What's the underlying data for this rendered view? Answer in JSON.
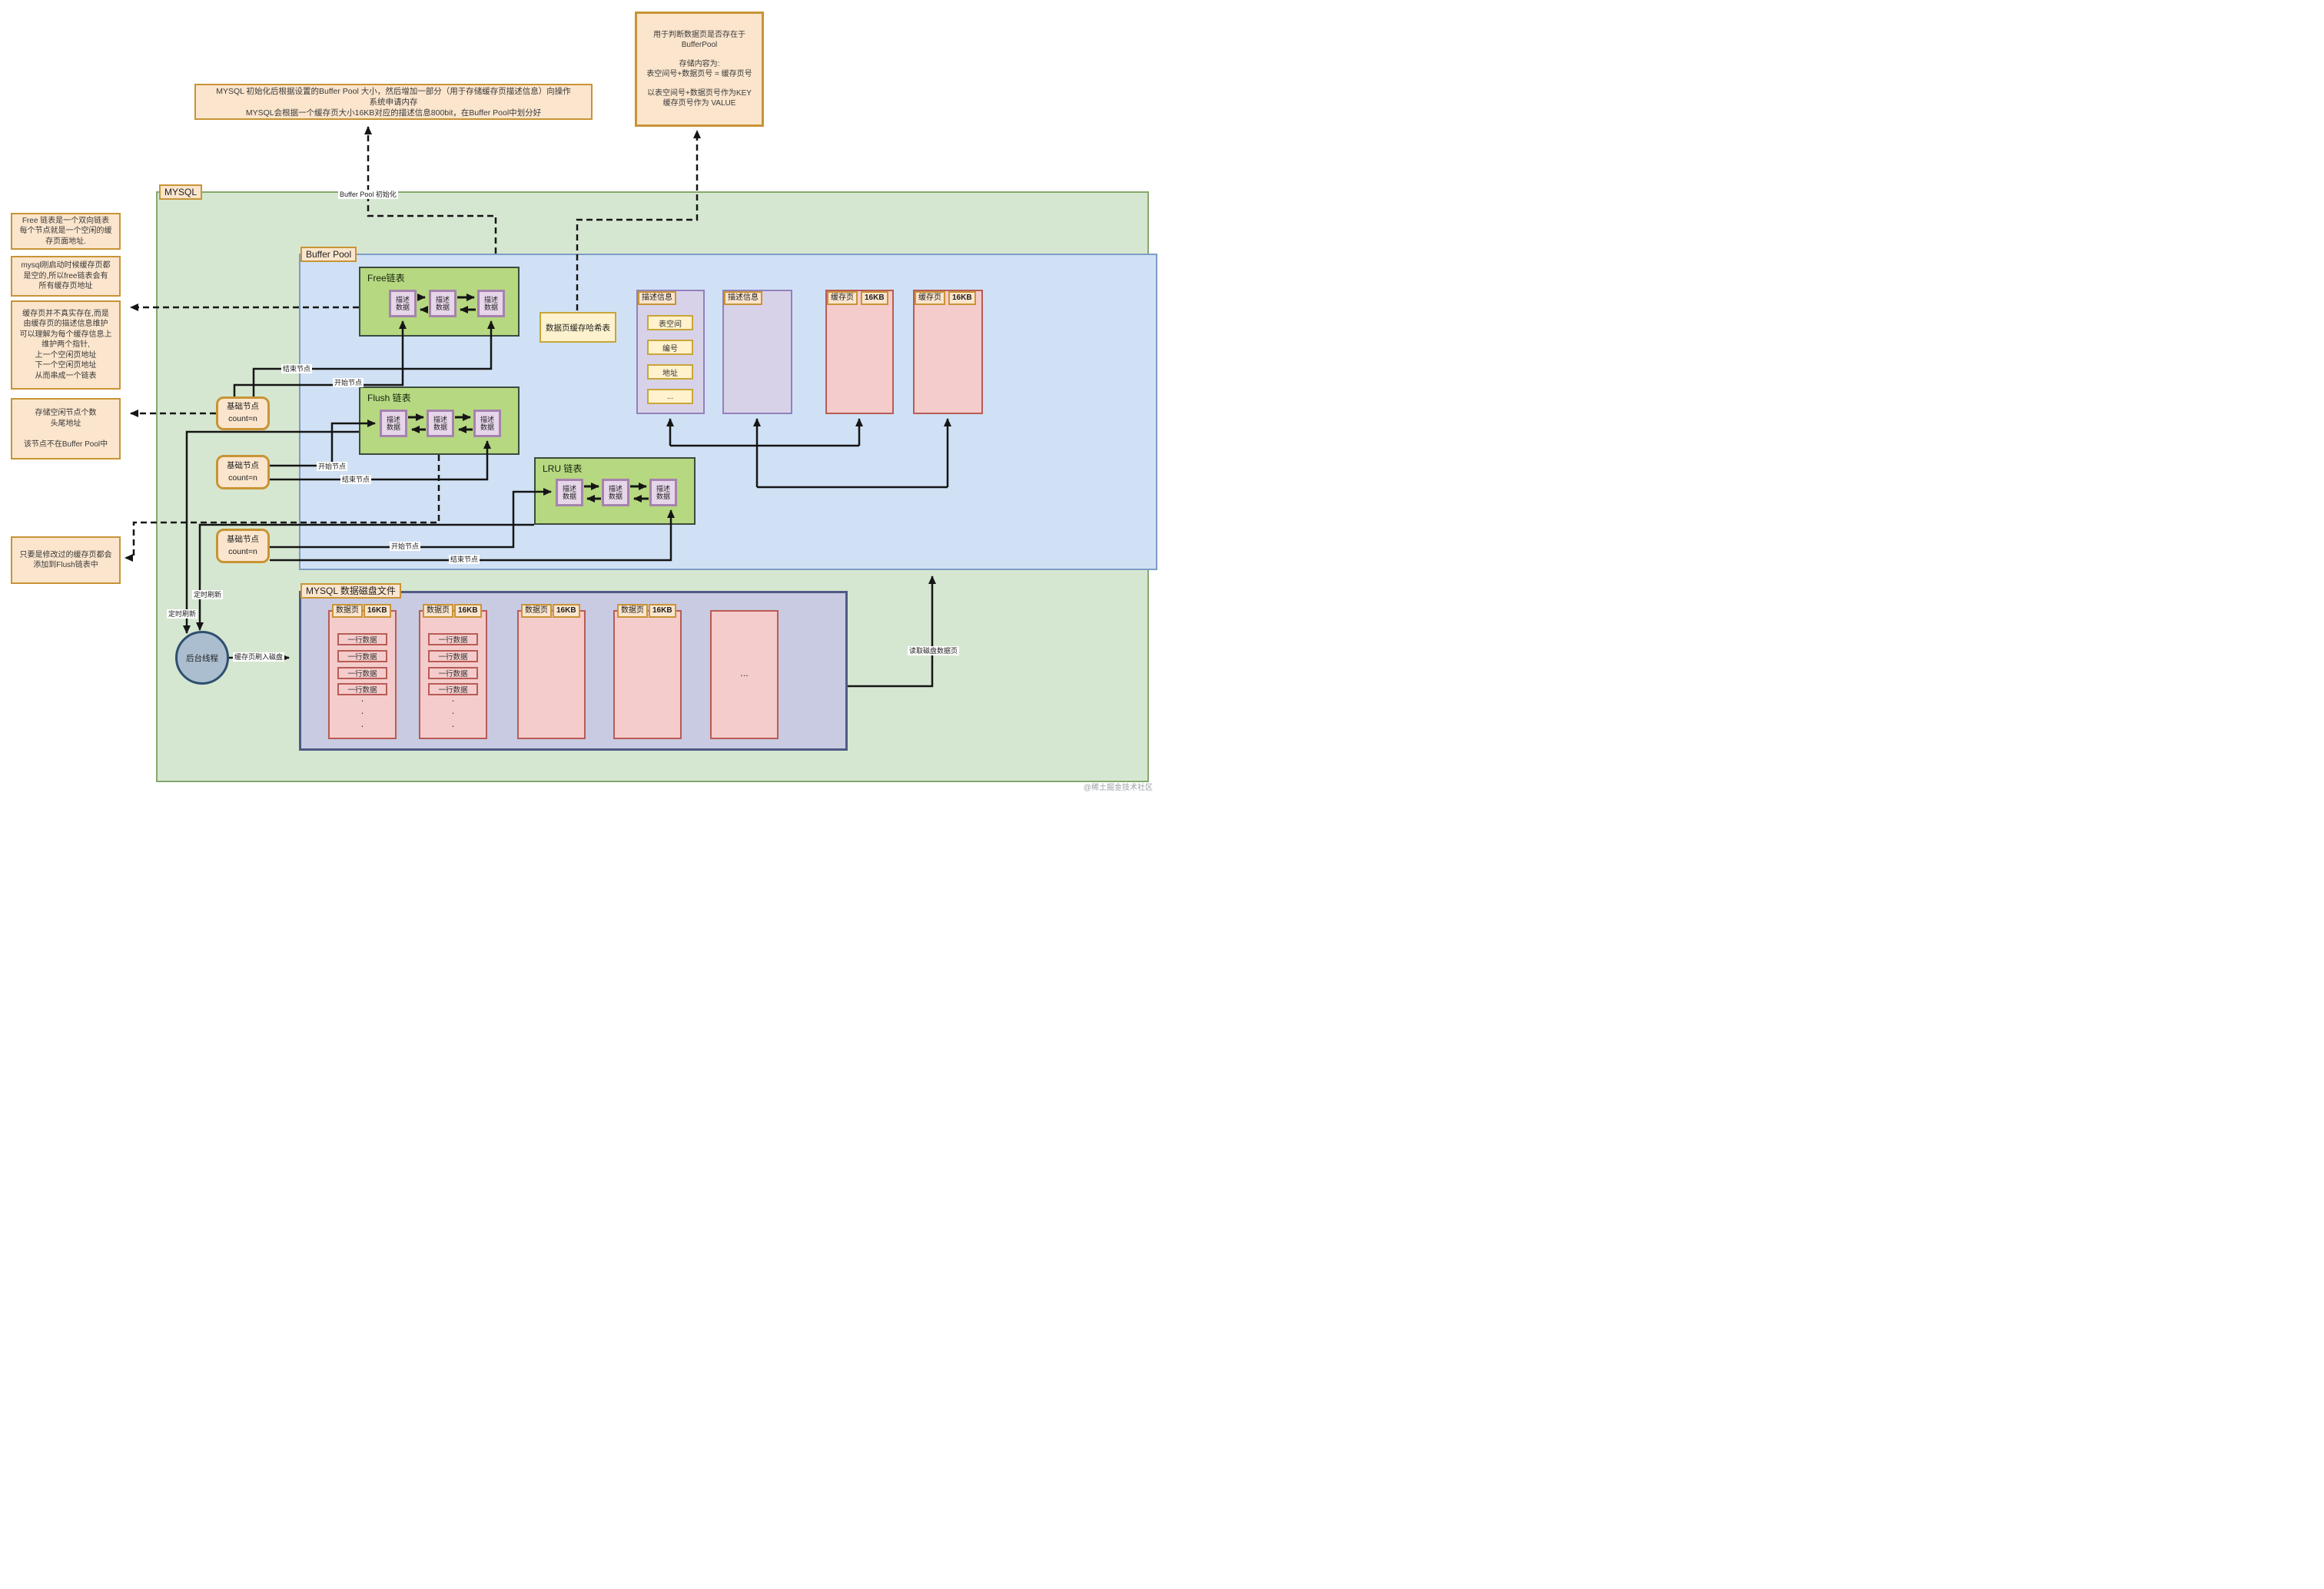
{
  "watermark": "@稀土掘金技术社区",
  "top_note_wide": {
    "line1": "MYSQL 初始化后根据设置的Buffer Pool 大小，然后增加一部分（用于存储缓存页描述信息）向操作",
    "line2": "系统申请内存",
    "line3": "MYSQL会根据一个缓存页大小16KB对应的描述信息800bit，在Buffer Pool中划分好"
  },
  "top_note_hash": {
    "line1": "用于判断数据页是否存在于",
    "line2": "BufferPool",
    "line3": "存储内容为:",
    "line4": "表空间号+数据页号 = 缓存页号",
    "line5": "以表空间号+数据页号作为KEY",
    "line6": "缓存页号作为 VALUE"
  },
  "left_notes": {
    "free_note": "Free 链表是一个双向链表\n每个节点就是一个空闲的缓\n存页面地址.",
    "mysql_start_note": "mysql刚启动时候缓存页都\n是空的,所以free链表会有\n所有缓存页地址",
    "desc_note": "缓存页并不真实存在,而是\n由缓存页的描述信息维护\n可以理解为每个缓存信息上\n维护两个指针,\n上一个空闲页地址\n下一个空闲页地址\n从而串成一个链表",
    "base_note": "存储空闲节点个数\n头尾地址\n\n该节点不在Buffer Pool中",
    "flush_note": "只要是修改过的缓存页都会\n添加到Flush链表中"
  },
  "mysql_label": "MYSQL",
  "buffer_pool": {
    "label": "Buffer Pool",
    "free_list_title": "Free链表",
    "flush_list_title": "Flush 链表",
    "lru_list_title": "LRU 链表",
    "node_label": "描述\n数据",
    "hash_table": "数据页缓存哈希表",
    "desc_info_label": "描述信息",
    "desc_fields": {
      "f1": "表空间",
      "f2": "编号",
      "f3": "地址",
      "f4": "..."
    },
    "cache_page_label": "缓存页",
    "page_size": "16KB"
  },
  "base_node_label": "基础节点\ncount=n",
  "background_thread": "后台线程",
  "disk": {
    "label": "MYSQL 数据磁盘文件",
    "page_label": "数据页",
    "page_size": "16KB",
    "row_label": "一行数据",
    "dots": "·\n·\n·",
    "ellipsis": "..."
  },
  "edge_labels": {
    "init": "Buffer Pool 初始化",
    "start": "开始节点",
    "end": "结束节点",
    "timed_flush": "定时刷新",
    "flush_to_disk": "缓存页刷入磁盘",
    "read_disk": "读取磁盘数据页"
  }
}
